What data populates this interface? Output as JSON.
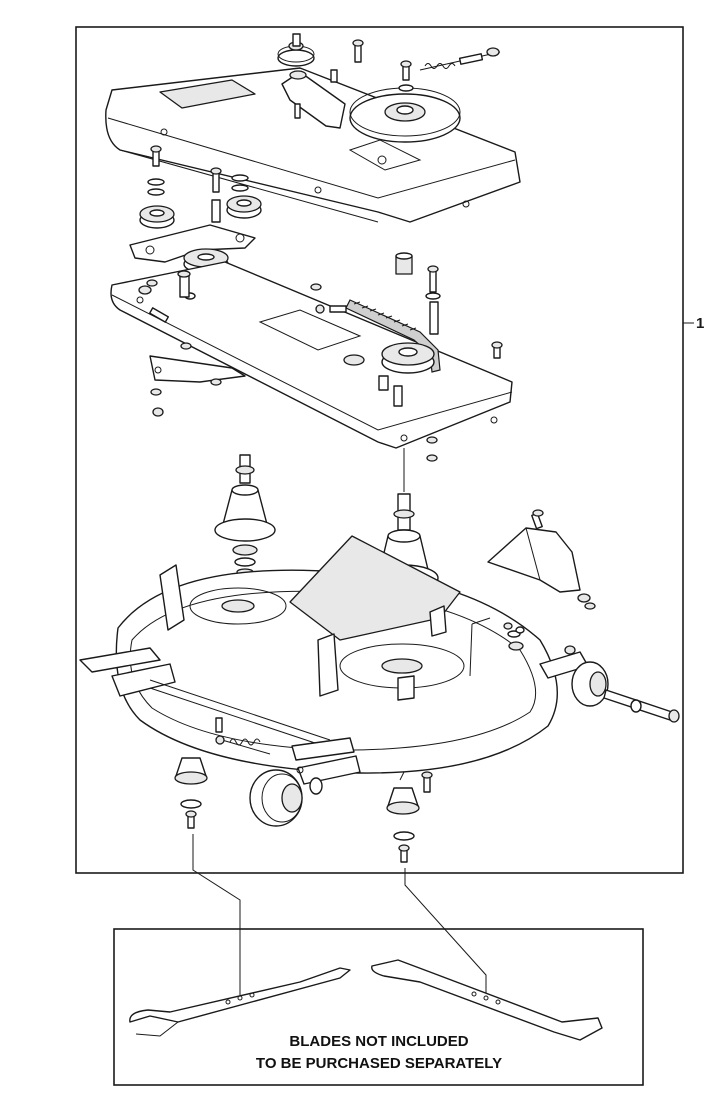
{
  "callouts": [
    {
      "id": "assembly",
      "label": "1"
    }
  ],
  "blades_note": {
    "line1": "BLADES NOT INCLUDED",
    "line2": "TO BE PURCHASED SEPARATELY"
  },
  "colors": {
    "line": "#1a1a1a",
    "fill": "#ffffff",
    "shade": "#e8e8e8"
  }
}
